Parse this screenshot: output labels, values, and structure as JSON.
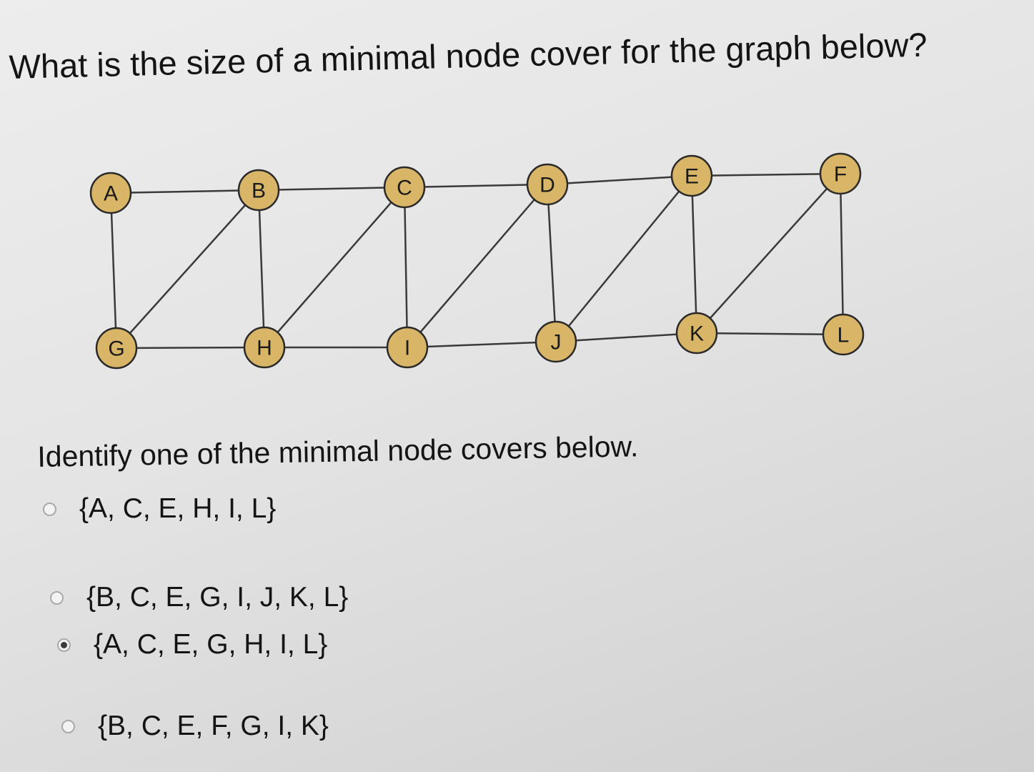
{
  "question": "What is the size of a minimal node cover for the graph below?",
  "prompt": "Identify one of the minimal node covers below.",
  "graph": {
    "node_fill": "#d9b667",
    "nodes": [
      {
        "id": "A",
        "label": "A"
      },
      {
        "id": "B",
        "label": "B"
      },
      {
        "id": "C",
        "label": "C"
      },
      {
        "id": "D",
        "label": "D"
      },
      {
        "id": "E",
        "label": "E"
      },
      {
        "id": "F",
        "label": "F"
      },
      {
        "id": "G",
        "label": "G"
      },
      {
        "id": "H",
        "label": "H"
      },
      {
        "id": "I",
        "label": "I"
      },
      {
        "id": "J",
        "label": "J"
      },
      {
        "id": "K",
        "label": "K"
      },
      {
        "id": "L",
        "label": "L"
      }
    ],
    "edges": [
      [
        "A",
        "B"
      ],
      [
        "B",
        "C"
      ],
      [
        "C",
        "D"
      ],
      [
        "D",
        "E"
      ],
      [
        "E",
        "F"
      ],
      [
        "G",
        "H"
      ],
      [
        "H",
        "I"
      ],
      [
        "I",
        "J"
      ],
      [
        "J",
        "K"
      ],
      [
        "K",
        "L"
      ],
      [
        "A",
        "G"
      ],
      [
        "B",
        "H"
      ],
      [
        "C",
        "I"
      ],
      [
        "D",
        "J"
      ],
      [
        "E",
        "K"
      ],
      [
        "F",
        "L"
      ],
      [
        "B",
        "G"
      ],
      [
        "C",
        "H"
      ],
      [
        "D",
        "I"
      ],
      [
        "E",
        "J"
      ],
      [
        "F",
        "K"
      ]
    ]
  },
  "options": [
    {
      "label": "{A, C, E, H, I, L}",
      "selected": false
    },
    {
      "label": "{B, C, E, G, I, J, K, L}",
      "selected": false
    },
    {
      "label": "{A, C, E, G, H, I, L}",
      "selected": true
    },
    {
      "label": "{B, C, E, F, G, I, K}",
      "selected": false
    }
  ]
}
